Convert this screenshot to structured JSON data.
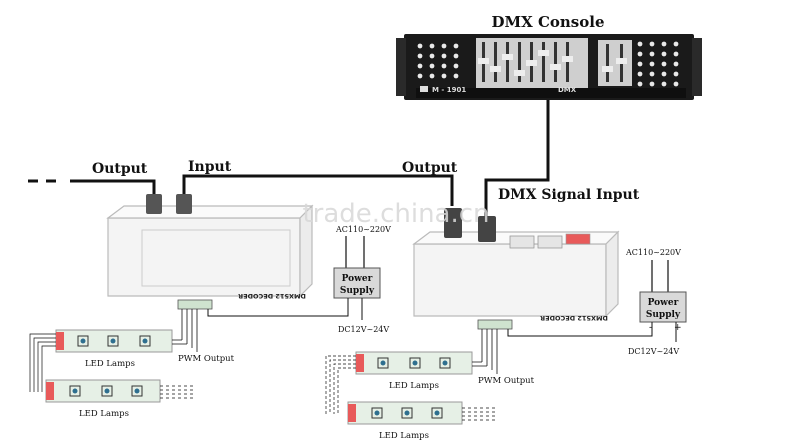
{
  "title": "DMX Console",
  "console": {
    "brand": "M - 1901",
    "model": "DMX"
  },
  "labels": {
    "output_left": "Output",
    "input": "Input",
    "output_right": "Output",
    "dmx_signal_input": "DMX Signal Input"
  },
  "decoder_left": {
    "name": "DMX512 DECODER",
    "pwm_output": "PWM Output",
    "lamps_top": "LED Lamps",
    "lamps_bottom": "LED Lamps"
  },
  "decoder_right": {
    "name": "DMX512 DECODER",
    "pwm_output": "PWM Output",
    "lamps_top": "LED Lamps",
    "lamps_bottom": "LED Lamps"
  },
  "power_left": {
    "ac": "AC110~220V",
    "label_line1": "Power",
    "label_line2": "Supply",
    "dc": "DC12V~24V"
  },
  "power_right": {
    "ac": "AC110~220V",
    "label_line1": "Power",
    "label_line2": "Supply",
    "dc": "DC12V~24V",
    "minus": "-",
    "plus": "+"
  },
  "watermark": "trade.china.cn",
  "colors": {
    "console_body": "#1a1a1a",
    "console_panel": "#cfcfcf",
    "decoder_body": "#f4f4f4",
    "power_box": "#d9d9d9",
    "led_strip": "#e6f0e6",
    "led_dot": "#2e6f8f",
    "connector_red": "#e85a5a"
  }
}
